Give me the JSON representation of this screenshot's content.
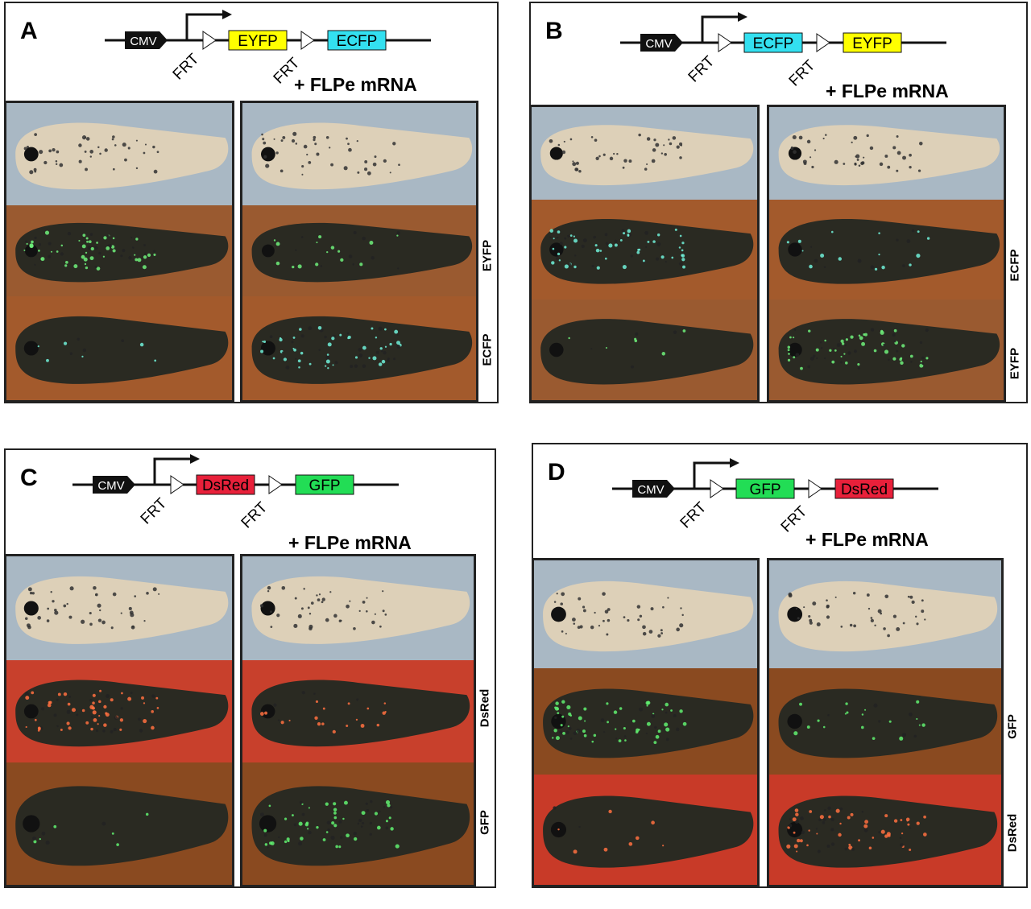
{
  "panels": [
    {
      "letter": "A",
      "promoter": "CMV",
      "frt1": "FRT",
      "frt2": "FRT",
      "gene1": "EYFP",
      "gene2": "ECFP",
      "gene1_color": "#ffff00",
      "gene2_color": "#33e0f0",
      "treatment": "+ FLPe mRNA",
      "channels": [
        "EYFP",
        "ECFP"
      ]
    },
    {
      "letter": "B",
      "promoter": "CMV",
      "frt1": "FRT",
      "frt2": "FRT",
      "gene1": "ECFP",
      "gene2": "EYFP",
      "gene1_color": "#33e0f0",
      "gene2_color": "#ffff00",
      "treatment": "+ FLPe mRNA",
      "channels": [
        "ECFP",
        "EYFP"
      ]
    },
    {
      "letter": "C",
      "promoter": "CMV",
      "frt1": "FRT",
      "frt2": "FRT",
      "gene1": "DsRed",
      "gene2": "GFP",
      "gene1_color": "#e8203a",
      "gene2_color": "#22dd55",
      "treatment": "+ FLPe mRNA",
      "channels": [
        "DsRed",
        "GFP"
      ]
    },
    {
      "letter": "D",
      "promoter": "CMV",
      "frt1": "FRT",
      "frt2": "FRT",
      "gene1": "GFP",
      "gene2": "DsRed",
      "gene1_color": "#22dd55",
      "gene2_color": "#e8203a",
      "treatment": "+ FLPe mRNA",
      "channels": [
        "GFP",
        "DsRed"
      ]
    }
  ]
}
